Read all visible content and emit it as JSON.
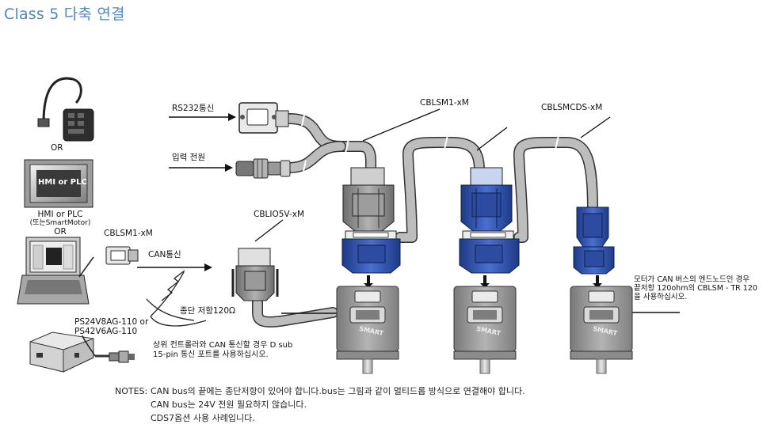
{
  "title": "Class 5 다축 연결",
  "labels": {
    "rs232": "RS232통신",
    "power_input": "입력 전원",
    "cblsm1_top": "CBLSM1-xM",
    "cblsmcds": "CBLSMCDS-xM",
    "cblio5v": "CBLIO5V-xM",
    "or1": "OR",
    "hmi_screen": "HMI or PLC",
    "hmi_caption_line1": "HMI or PLC",
    "hmi_caption_line2": "(또는SmartMotor)",
    "or2": "OR",
    "cblsm1_left": "CBLSM1-xM",
    "can_comm": "CAN통신",
    "termination": "종단 저항120Ω",
    "ps_line1": "PS24V8AG-110 or",
    "ps_line2": "PS42V6AG-110",
    "controller_line1": "상위 컨트롤러와 CAN 통신할 경우 D sub",
    "controller_line2": "15-pin 통신 포트를 사용하십시오.",
    "end_note_line1": "모터가 CAN 버스의 엔드노드인 경우",
    "end_note_line2": "끝저항 120ohm의 CBLSM - TR 120",
    "end_note_line3": "을 사용하십시오.",
    "motor_brand": "SMART"
  },
  "notes": {
    "head": "NOTES:",
    "line1": "CAN bus의 끝에는 종단저항이 있어야 합니다.bus는 그림과 같이 멀티드롭 방식으로 연결해야 합니다.",
    "line2": "CAN bus는 24V 전원 필요하지 않습니다.",
    "line3": "CDS7옵션 사용 사례입니다."
  },
  "colors": {
    "title": "#4f88c6",
    "cable": "#b8b8b8",
    "connector_blue": "#2f52a8",
    "connector_gray": "#8d8d8d",
    "motor_body": "#9a9a9a"
  }
}
